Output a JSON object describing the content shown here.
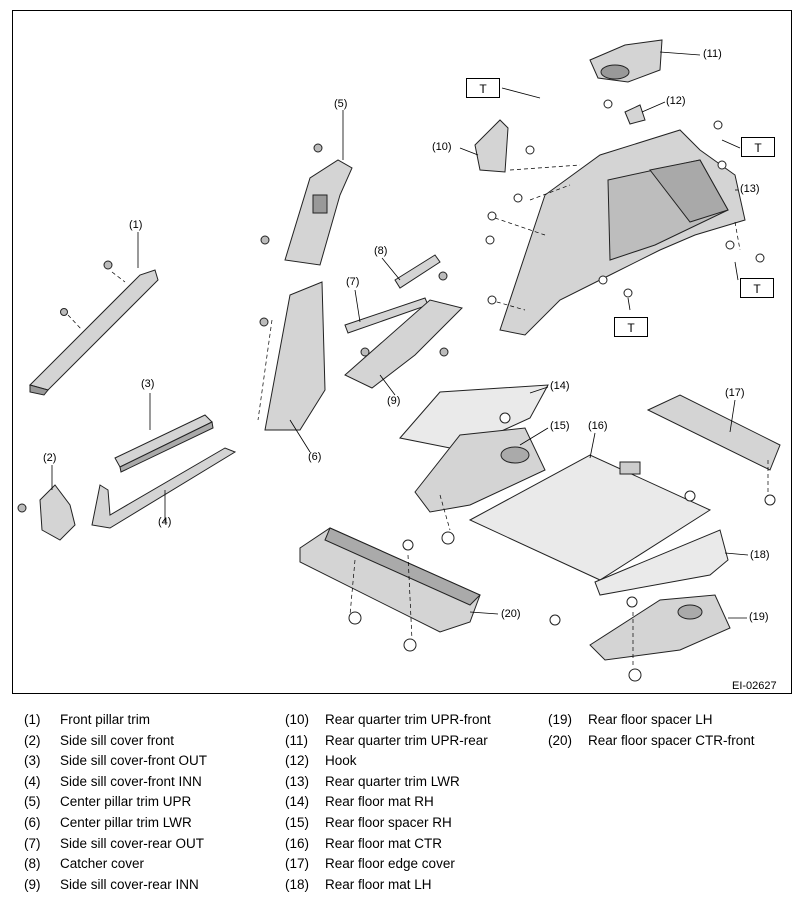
{
  "figure_id": "EI-02627",
  "tool_marker": "T",
  "callouts": {
    "c1": "(1)",
    "c2": "(2)",
    "c3": "(3)",
    "c4": "(4)",
    "c5": "(5)",
    "c6": "(6)",
    "c7": "(7)",
    "c8": "(8)",
    "c9": "(9)",
    "c10": "(10)",
    "c11": "(11)",
    "c12": "(12)",
    "c13": "(13)",
    "c14": "(14)",
    "c15": "(15)",
    "c16": "(16)",
    "c17": "(17)",
    "c18": "(18)",
    "c19": "(19)",
    "c20": "(20)"
  },
  "legend": {
    "col1": [
      {
        "num": "(1)",
        "name": "Front pillar trim"
      },
      {
        "num": "(2)",
        "name": "Side sill cover front"
      },
      {
        "num": "(3)",
        "name": "Side sill cover-front OUT"
      },
      {
        "num": "(4)",
        "name": "Side sill cover-front INN"
      },
      {
        "num": "(5)",
        "name": "Center pillar trim UPR"
      },
      {
        "num": "(6)",
        "name": "Center pillar trim LWR"
      },
      {
        "num": "(7)",
        "name": "Side sill cover-rear OUT"
      },
      {
        "num": "(8)",
        "name": "Catcher cover"
      },
      {
        "num": "(9)",
        "name": "Side sill cover-rear INN"
      }
    ],
    "col2": [
      {
        "num": "(10)",
        "name": "Rear quarter trim UPR-front"
      },
      {
        "num": "(11)",
        "name": "Rear quarter trim UPR-rear"
      },
      {
        "num": "(12)",
        "name": "Hook"
      },
      {
        "num": "(13)",
        "name": "Rear quarter trim LWR"
      },
      {
        "num": "(14)",
        "name": "Rear floor mat RH"
      },
      {
        "num": "(15)",
        "name": "Rear floor spacer RH"
      },
      {
        "num": "(16)",
        "name": "Rear floor mat CTR"
      },
      {
        "num": "(17)",
        "name": "Rear floor edge cover"
      },
      {
        "num": "(18)",
        "name": "Rear floor mat LH"
      }
    ],
    "col3": [
      {
        "num": "(19)",
        "name": "Rear floor spacer LH"
      },
      {
        "num": "(20)",
        "name": "Rear floor spacer CTR-front"
      }
    ]
  }
}
